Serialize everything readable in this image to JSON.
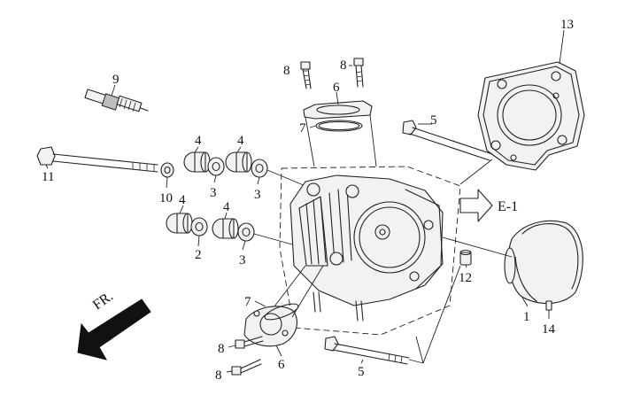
{
  "callouts": {
    "c1": "1",
    "c2": "2",
    "c3a": "3",
    "c3b": "3",
    "c3c": "3",
    "c4a": "4",
    "c4b": "4",
    "c4c": "4",
    "c4d": "4",
    "c5a": "5",
    "c5b": "5",
    "c6a": "6",
    "c6b": "6",
    "c7a": "7",
    "c7b": "7",
    "c8a": "8",
    "c8b": "8",
    "c8c": "8",
    "c8d": "8",
    "c9": "9",
    "c10": "10",
    "c11": "11",
    "c12": "12",
    "c13": "13",
    "c14": "14"
  },
  "reference_label": "E-1",
  "front_label": "FR."
}
